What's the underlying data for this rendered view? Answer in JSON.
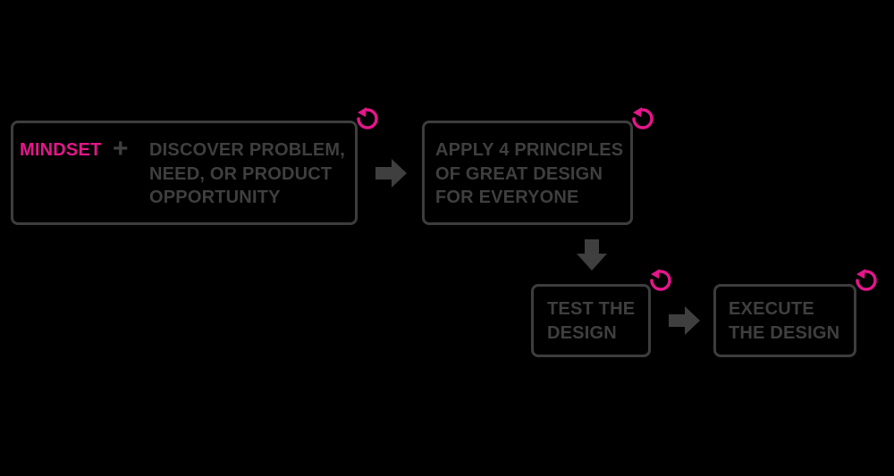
{
  "colors": {
    "background": "#000000",
    "box_border": "#3d3d3d",
    "text": "#3f3f3f",
    "accent": "#e4168a"
  },
  "step1": {
    "mindset": "MINDSET",
    "plus": "+",
    "lines": [
      "DISCOVER PROBLEM,",
      "NEED, OR PRODUCT",
      "OPPORTUNITY"
    ]
  },
  "step2": {
    "lines": [
      "APPLY 4 PRINCIPLES",
      "OF GREAT DESIGN",
      "FOR EVERYONE"
    ]
  },
  "step3": {
    "lines": [
      "TEST THE",
      "DESIGN"
    ]
  },
  "step4": {
    "lines": [
      "EXECUTE",
      "THE DESIGN"
    ]
  },
  "icons": {
    "repeat": "iterate-icon",
    "arrow_right": "arrow-right-icon",
    "arrow_down": "arrow-down-icon"
  }
}
